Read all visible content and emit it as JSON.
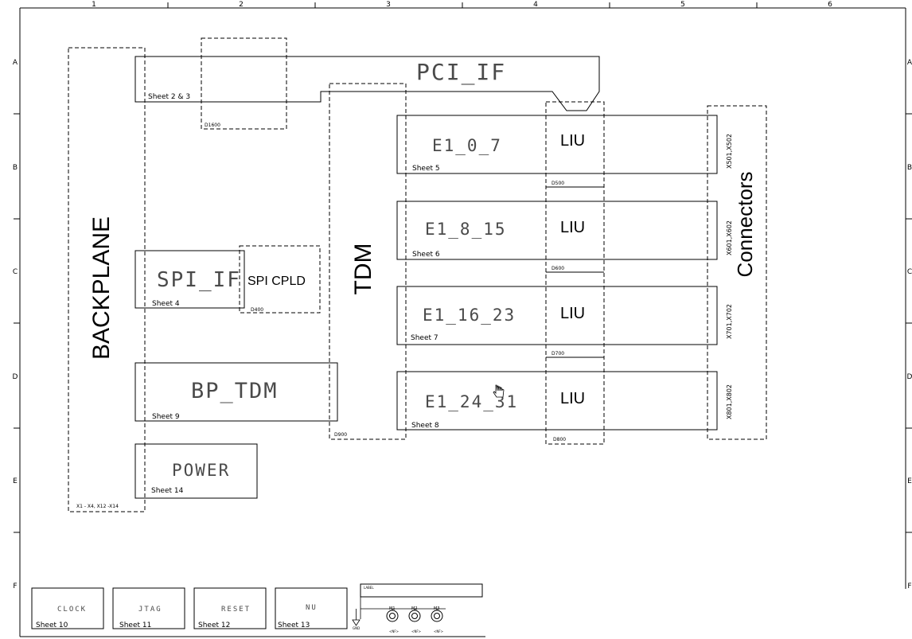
{
  "frame": {
    "columns": [
      "1",
      "2",
      "3",
      "4",
      "5",
      "6"
    ],
    "rows": [
      "A",
      "B",
      "C",
      "D",
      "E",
      "F"
    ]
  },
  "backplane": {
    "title": "BACKPLANE",
    "ref": "X1 - X4, X12 -X14"
  },
  "pci_if": {
    "title": "PCI_IF",
    "sheet": "Sheet 2 & 3"
  },
  "d1600": {
    "ref": "D1600"
  },
  "tdm": {
    "title": "TDM",
    "ref": "D900"
  },
  "spi_if": {
    "title": "SPI_IF",
    "sheet": "Sheet 4"
  },
  "spi_cpld": {
    "title": "SPI CPLD",
    "ref": "D400"
  },
  "bp_tdm": {
    "title": "BP_TDM",
    "sheet": "Sheet 9"
  },
  "power": {
    "title": "POWER",
    "sheet": "Sheet 14"
  },
  "e1_blocks": [
    {
      "title": "E1_0_7",
      "sheet": "Sheet 5",
      "liu": "LIU",
      "liu_ref": "D500",
      "connector": "X501,X502"
    },
    {
      "title": "E1_8_15",
      "sheet": "Sheet 6",
      "liu": "LIU",
      "liu_ref": "D600",
      "connector": "X601,X602"
    },
    {
      "title": "E1_16_23",
      "sheet": "Sheet 7",
      "liu": "LIU",
      "liu_ref": "D700",
      "connector": "X701,X702"
    },
    {
      "title": "E1_24_31",
      "sheet": "Sheet 8",
      "liu": "LIU",
      "liu_ref": "D800",
      "connector": "X801,X802"
    }
  ],
  "connectors": {
    "title": "Connectors"
  },
  "bottom_blocks": [
    {
      "title": "CLOCK",
      "sheet": "Sheet 10"
    },
    {
      "title": "JTAG",
      "sheet": "Sheet 11"
    },
    {
      "title": "RESET",
      "sheet": "Sheet 12"
    },
    {
      "title": "NU",
      "sheet": "Sheet 13"
    }
  ],
  "title_block": {
    "label": "LABEL",
    "gnd": "GND",
    "mounts": [
      "M1",
      "M2",
      "M3"
    ],
    "mount_value": "<NF>"
  }
}
